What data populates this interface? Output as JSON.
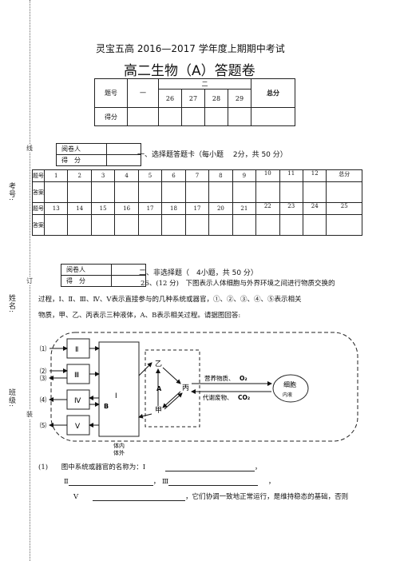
{
  "side": {
    "exam_no": "考号:",
    "name": "姓名:",
    "class": "班级:",
    "mark_line": "线",
    "mark_ding": "订",
    "mark_zhuang": "装"
  },
  "header": {
    "title": "灵宝五高 2016—2017 学年度上期期中考试",
    "subtitle": "高二生物（A）答题卷"
  },
  "score_table": {
    "label_no": "题号",
    "one": "一",
    "two": "二",
    "total": "总分",
    "nums": [
      "26",
      "27",
      "28",
      "29"
    ],
    "label_score": "得分"
  },
  "grader": {
    "reader": "阅卷人",
    "score": "得　分"
  },
  "section1": {
    "title": "一、选择题答题卡（每小题　 2分，共 50 分）"
  },
  "answer_card": {
    "row1_hdr": "题号",
    "ans_hdr": "答案",
    "row1": [
      "1",
      "2",
      "3",
      "4",
      "5",
      "6",
      "7",
      "8",
      "9",
      "10",
      "11",
      "12",
      "总分"
    ],
    "row2": [
      "13",
      "14",
      "15",
      "16",
      "17",
      "18",
      "17",
      "20",
      "21",
      "22",
      "23",
      "24",
      "25"
    ]
  },
  "section2": {
    "title": "二、非选择题（　4小题，共 50 分）"
  },
  "q26": {
    "line1": "26、(12 分)　下图表示人体细胞与外界环境之间进行物质交换的",
    "line2": "过程，Ⅰ、Ⅱ、Ⅲ、Ⅳ、Ⅴ表示直接参与的几种系统或器官，①、②、③、④、⑤表示相关",
    "line3": "物质，甲、乙、丙表示三种液体，A、B表示相关过程。请据图回答:"
  },
  "diagram": {
    "c1": "⑴",
    "c2": "⑵",
    "c3": "⑶",
    "c4": "⑷",
    "c5": "⑸",
    "II": "Ⅱ",
    "III": "Ⅲ",
    "IV": "Ⅳ",
    "V": "Ⅴ",
    "I": "Ⅰ",
    "yi": "乙",
    "bing": "丙",
    "jia": "甲",
    "A": "A",
    "B": "B",
    "nutrients": "营养物质、",
    "o2": "O₂",
    "waste": "代谢废物、",
    "co2": "CO₂",
    "cell": "细胞",
    "cell_inner": "内液",
    "inside": "体内",
    "outside": "体外"
  },
  "q1": {
    "prefix": "(1)",
    "text": "图中系统或器官的名称为：Ⅰ",
    "II": "Ⅱ",
    "III": "Ⅲ",
    "V": "Ⅴ",
    "tail": "，它们协调一致地正常运行，是维持稳态的基础，否则",
    "comma": "，"
  }
}
